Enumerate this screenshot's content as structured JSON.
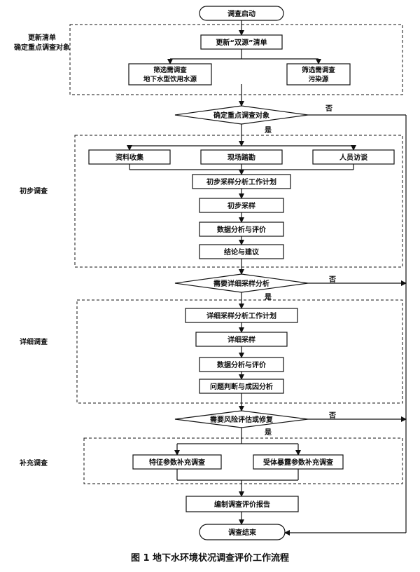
{
  "caption": "图 1 地下水环境状况调查评价工作流程",
  "groups": {
    "update": {
      "label_line1": "更新清单",
      "label_line2": "确定重点调查对象"
    },
    "initial": {
      "label": "初步调查"
    },
    "detailed": {
      "label": "详细调查"
    },
    "supplement": {
      "label": "补充调查"
    }
  },
  "nodes": {
    "start": "调查启动",
    "update_list": "更新“双源”清单",
    "screen_water_l1": "筛选需调查",
    "screen_water_l2": "地下水型饮用水源",
    "screen_pollution_l1": "筛选需调查",
    "screen_pollution_l2": "污染源",
    "decision_key_objects": "确定重点调查对象",
    "data_collection": "资料收集",
    "site_survey": "现场踏勘",
    "interview": "人员访谈",
    "initial_plan": "初步采样分析工作计划",
    "initial_sampling": "初步采样",
    "data_analysis_1": "数据分析与评价",
    "conclusion": "结论与建议",
    "decision_detailed": "需要详细采样分析",
    "detailed_plan": "详细采样分析工作计划",
    "detailed_sampling": "详细采样",
    "data_analysis_2": "数据分析与评价",
    "problem_analysis": "问题判断与成因分析",
    "decision_risk": "需要风险评估或修复",
    "feature_param": "特征参数补充调查",
    "receptor_param": "受体暴露参数补充调查",
    "report": "编制调查评价报告",
    "end": "调查结束"
  },
  "edge_labels": {
    "yes": "是",
    "no": "否"
  }
}
